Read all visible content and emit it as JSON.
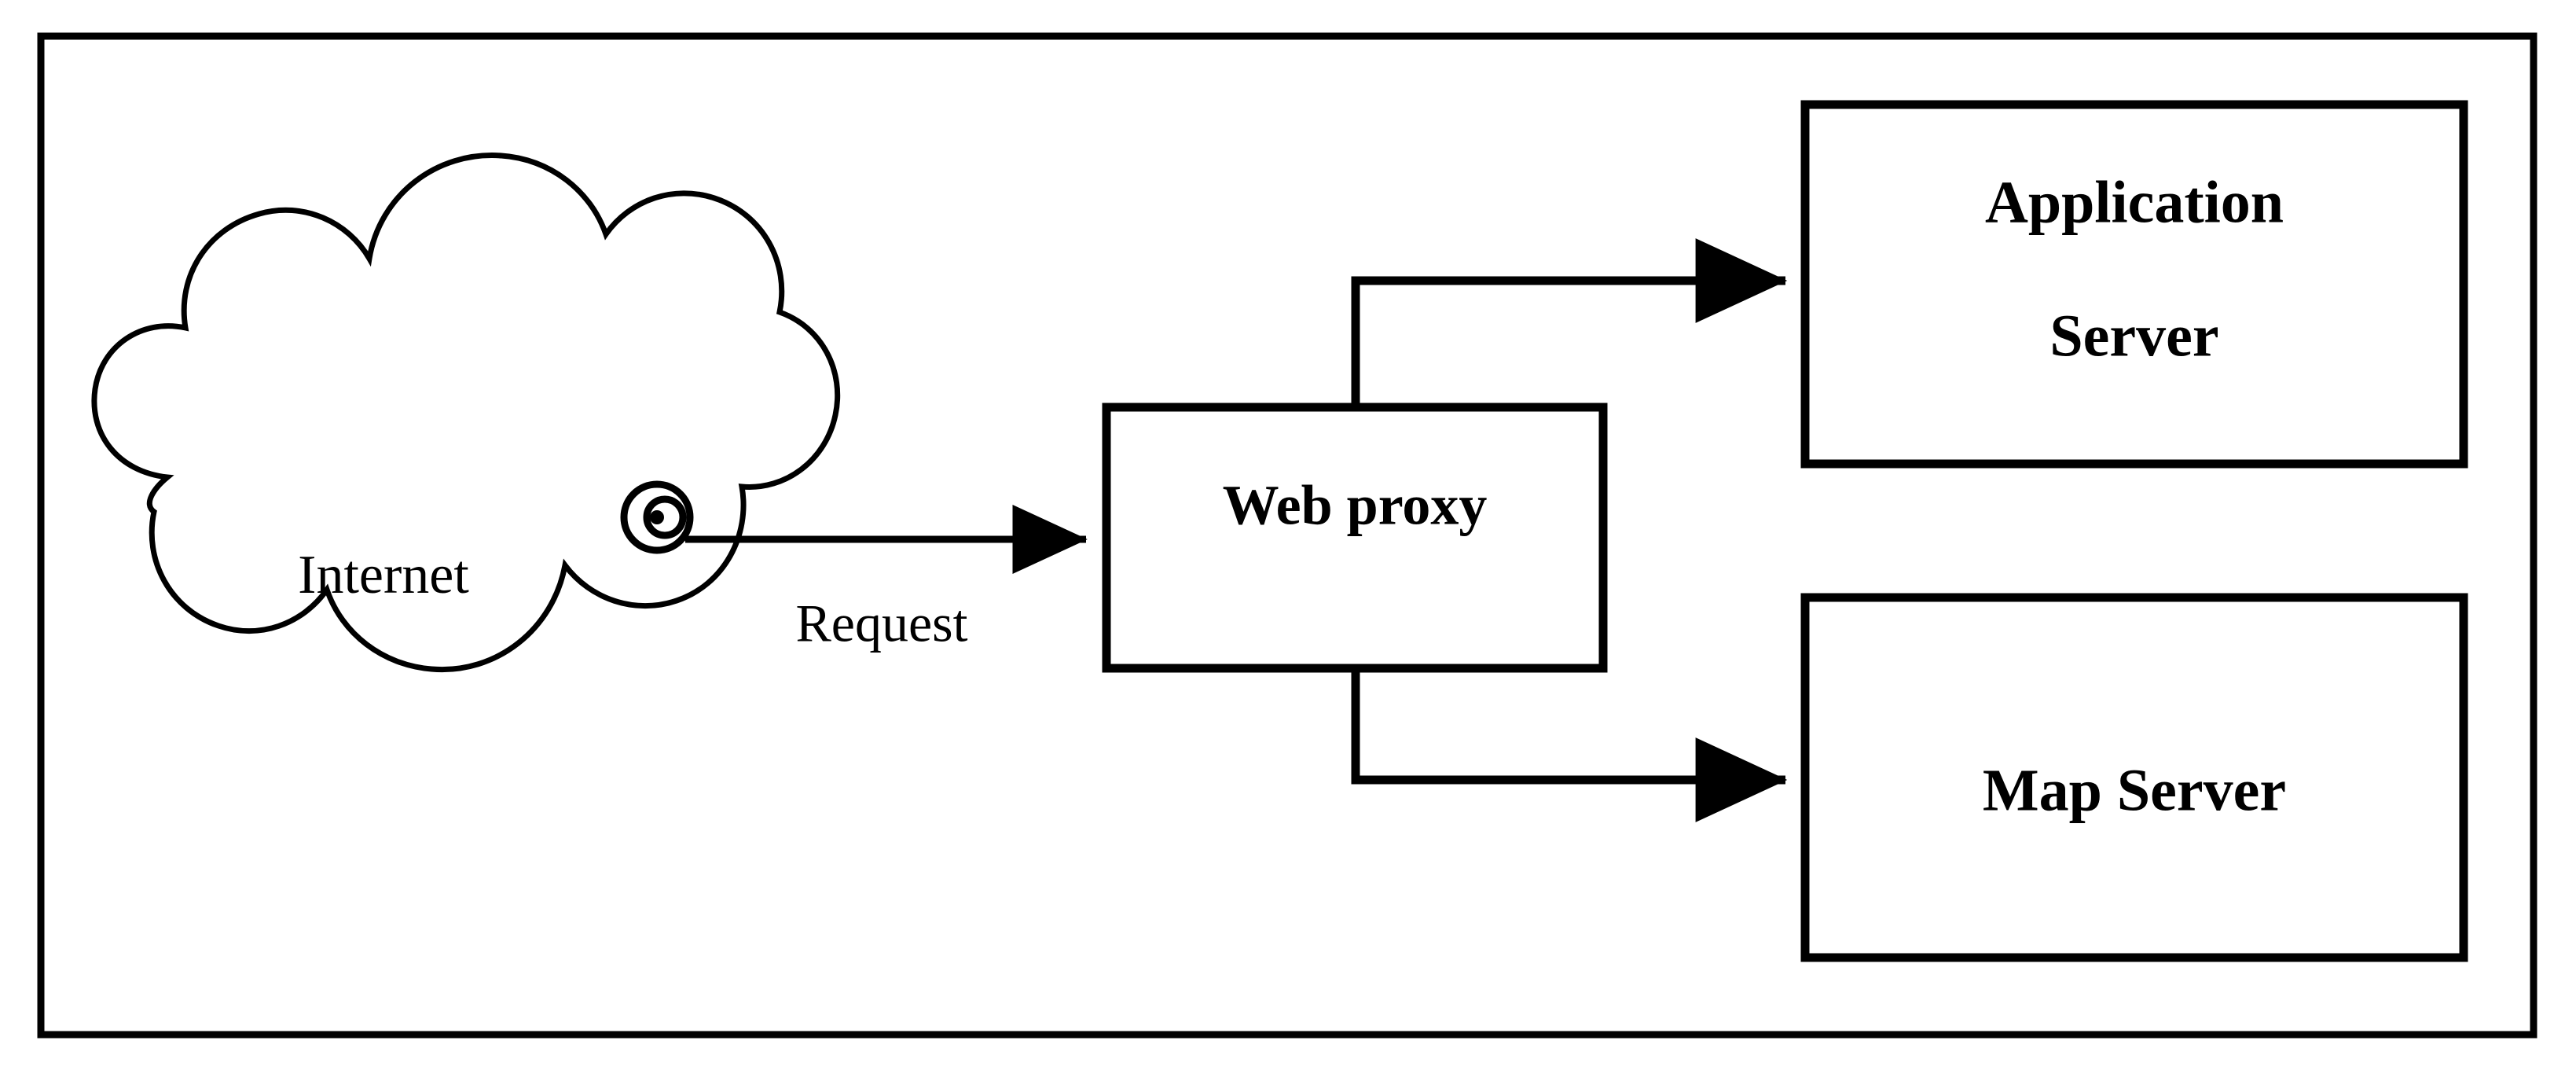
{
  "diagram": {
    "title": "Web proxy request routing diagram",
    "frame": {
      "name": "outer-frame",
      "stroke_color": "#000000"
    },
    "colors": {
      "stroke": "#000000",
      "fill": "#ffffff",
      "background": "#ffffff"
    },
    "nodes": {
      "internet_cloud": {
        "label": "Internet",
        "shape": "cloud",
        "bold": false
      },
      "web_proxy": {
        "label": "Web proxy",
        "shape": "rectangle",
        "bold": true
      },
      "application_server": {
        "label_line1": "Application",
        "label_line2": "Server",
        "shape": "rectangle",
        "bold": true
      },
      "map_server": {
        "label": "Map Server",
        "shape": "rectangle",
        "bold": true
      }
    },
    "connectors": {
      "internet_to_proxy": {
        "label": "Request",
        "from": "Internet",
        "to": "Web proxy",
        "arrow": true,
        "bold_label": false
      },
      "proxy_to_application_server": {
        "label": "",
        "from": "Web proxy",
        "to": "Application Server",
        "arrow": true
      },
      "proxy_to_map_server": {
        "label": "",
        "from": "Web proxy",
        "to": "Map Server",
        "arrow": true
      }
    },
    "icons": {
      "network_port": "network-port-icon"
    }
  }
}
